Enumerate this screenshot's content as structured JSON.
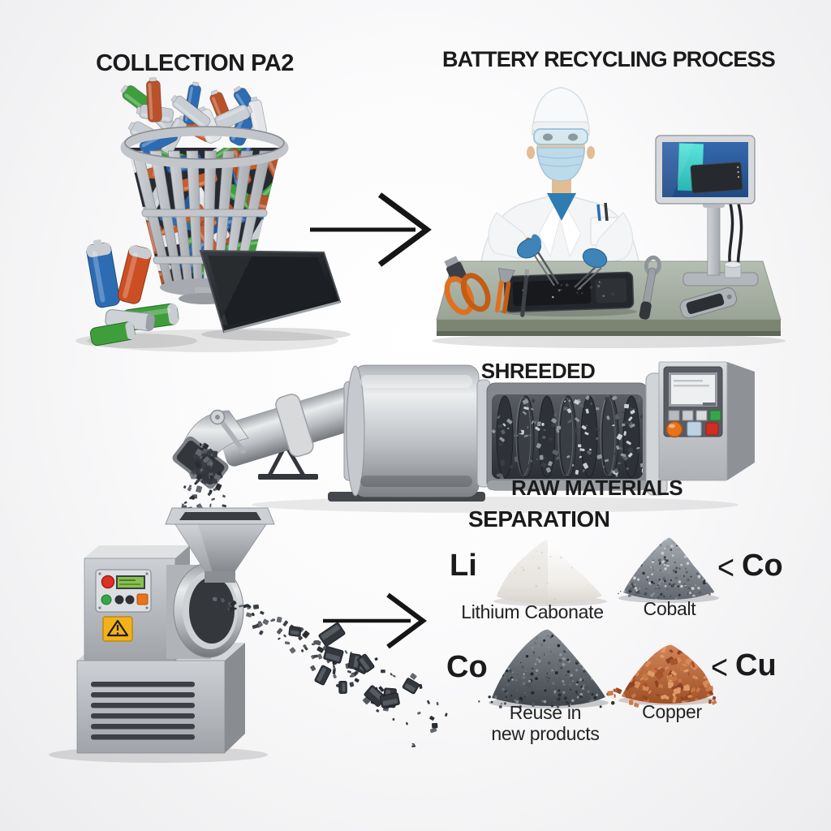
{
  "titles": {
    "collection": "COLLECTION PA2",
    "process": "BATTERY RECYCLING PROCESS"
  },
  "stage_labels": {
    "shredded": "SHREEDED",
    "raw_materials": "RAW MATERIALS",
    "separation": "SEPARATION"
  },
  "materials": [
    {
      "symbol": "Li",
      "caption": "Lithium Cabonate",
      "pile": "white-powder"
    },
    {
      "symbol": "Co",
      "pointer": "<",
      "caption": "Cobalt",
      "pile": "gray-granules"
    },
    {
      "symbol": "Co",
      "caption_line1": "Reuse in",
      "caption_line2": "new products",
      "pile": "dark-gray-powder"
    },
    {
      "symbol": "Cu",
      "pointer": "<",
      "caption": "Copper",
      "pile": "copper-shreds"
    }
  ],
  "colors": {
    "text": "#1b1b1b",
    "table_green": "#aab4a7",
    "glove_blue": "#3e84b8",
    "mask_blue": "#bcdaea",
    "monitor_screen_blue": "#2b5a9b",
    "monitor_teal": "#3fd8d2",
    "warning_yellow": "#f3b11c",
    "button_orange": "#e8731c",
    "button_red": "#d22d22",
    "button_green": "#35a74a",
    "copper": "#c06a3c",
    "battery_orange": "#cc5c28",
    "battery_green": "#3f9e3c",
    "battery_blue": "#2d6cb3"
  }
}
